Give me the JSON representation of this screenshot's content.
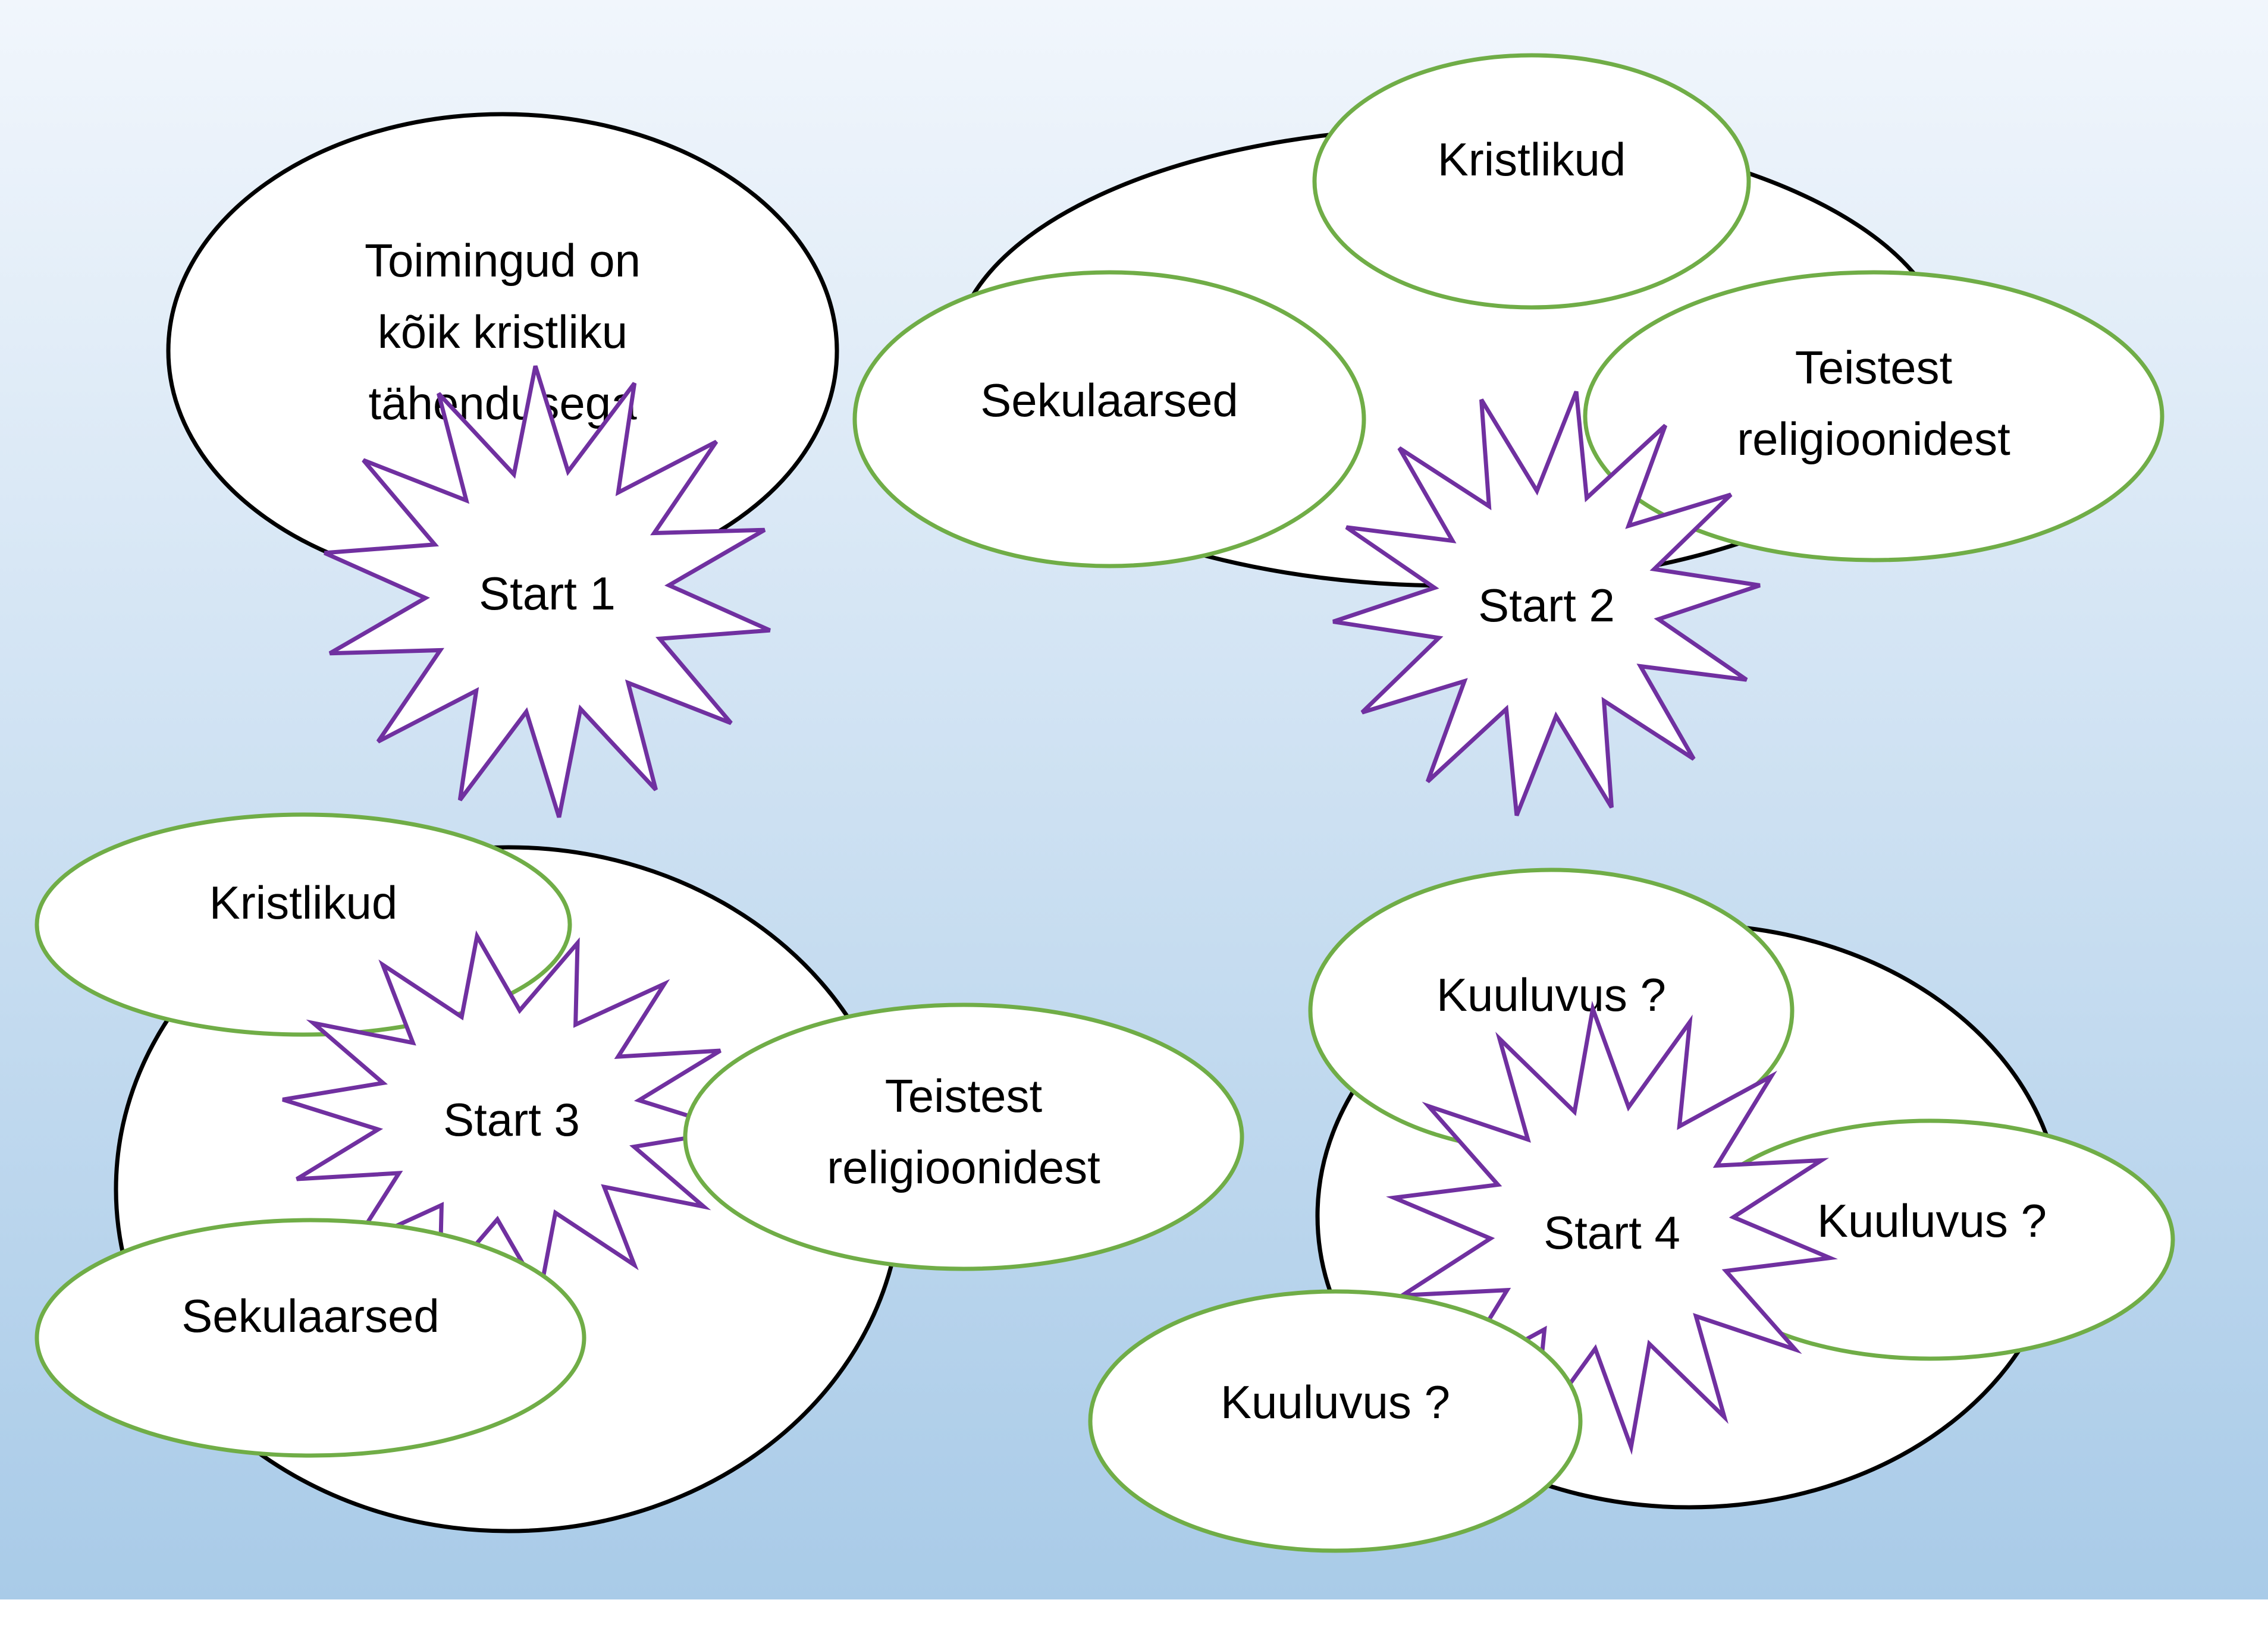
{
  "colors": {
    "background_top": "#f1f6fc",
    "background_bottom": "#a9cbe8",
    "big_ellipse_stroke": "#000000",
    "sub_ellipse_stroke": "#70ad47",
    "star_stroke": "#7030a0",
    "fill": "#ffffff"
  },
  "diagram1": {
    "main_text": [
      "Toimingud on",
      "kõik kristliku",
      "tähendusega"
    ],
    "start_label": "Start 1"
  },
  "diagram2": {
    "top_label": "Kristlikud",
    "left_label": "Sekulaarsed",
    "right_label": [
      "Teistest",
      "religioonidest"
    ],
    "start_label": "Start 2"
  },
  "diagram3": {
    "top_label": "Kristlikud",
    "right_label": [
      "Teistest",
      "religioonidest"
    ],
    "bottom_label": "Sekulaarsed",
    "start_label": "Start 3"
  },
  "diagram4": {
    "top_label": "Kuuluvus ?",
    "right_label": "Kuuluvus ?",
    "bottom_label": "Kuuluvus ?",
    "start_label": "Start 4"
  }
}
